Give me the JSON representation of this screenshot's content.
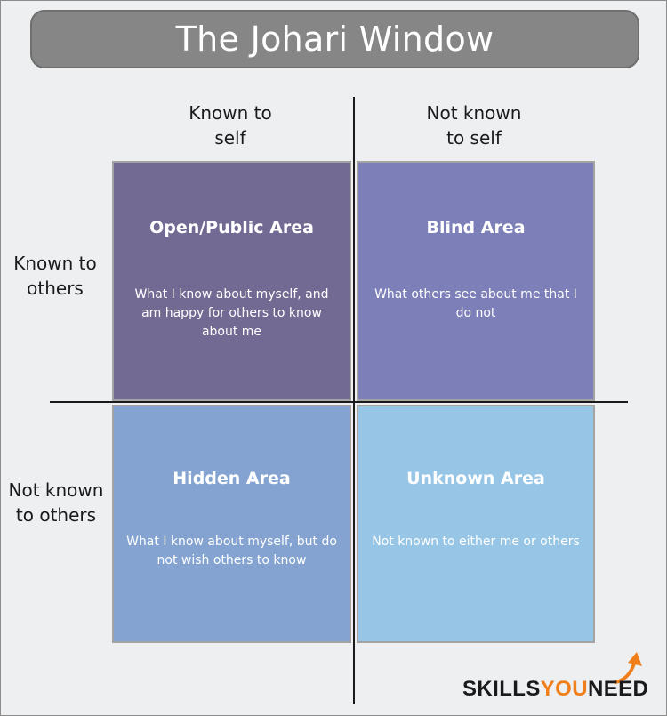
{
  "title": "The Johari Window",
  "columns": [
    "Known to\nself",
    "Not known\nto self"
  ],
  "rows": [
    "Known to\nothers",
    "Not known\nto others"
  ],
  "quadrants": [
    {
      "heading": "Open/Public Area",
      "body": "What I know about myself, and am happy for others to know about me",
      "color": "#726a92"
    },
    {
      "heading": "Blind Area",
      "body": "What others see about me that I do not",
      "color": "#7d7fb8"
    },
    {
      "heading": "Hidden Area",
      "body": "What I know about myself, but do not wish others to know",
      "color": "#84a3d0"
    },
    {
      "heading": "Unknown Area",
      "body": "Not known to either me or others",
      "color": "#97c5e6"
    }
  ],
  "logo": {
    "part1": "SKILLS",
    "part2": "YOU",
    "part3": "NEED",
    "accent_color": "#f07f1b",
    "icon": "upward-arrow-icon"
  }
}
